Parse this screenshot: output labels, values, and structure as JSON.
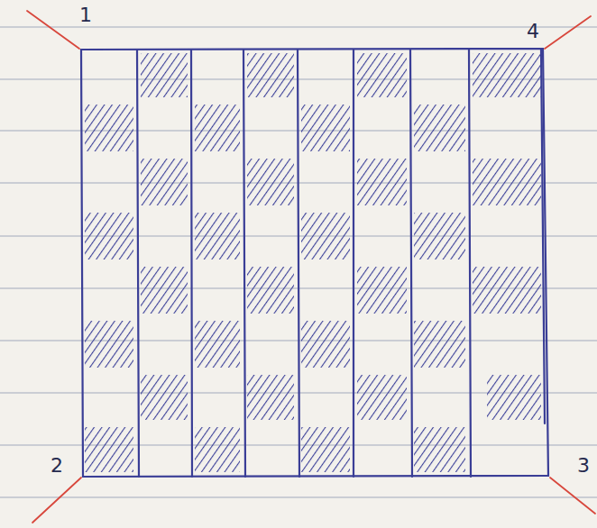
{
  "diagram": {
    "labels": [
      "1",
      "4",
      "2",
      "3"
    ]
  }
}
